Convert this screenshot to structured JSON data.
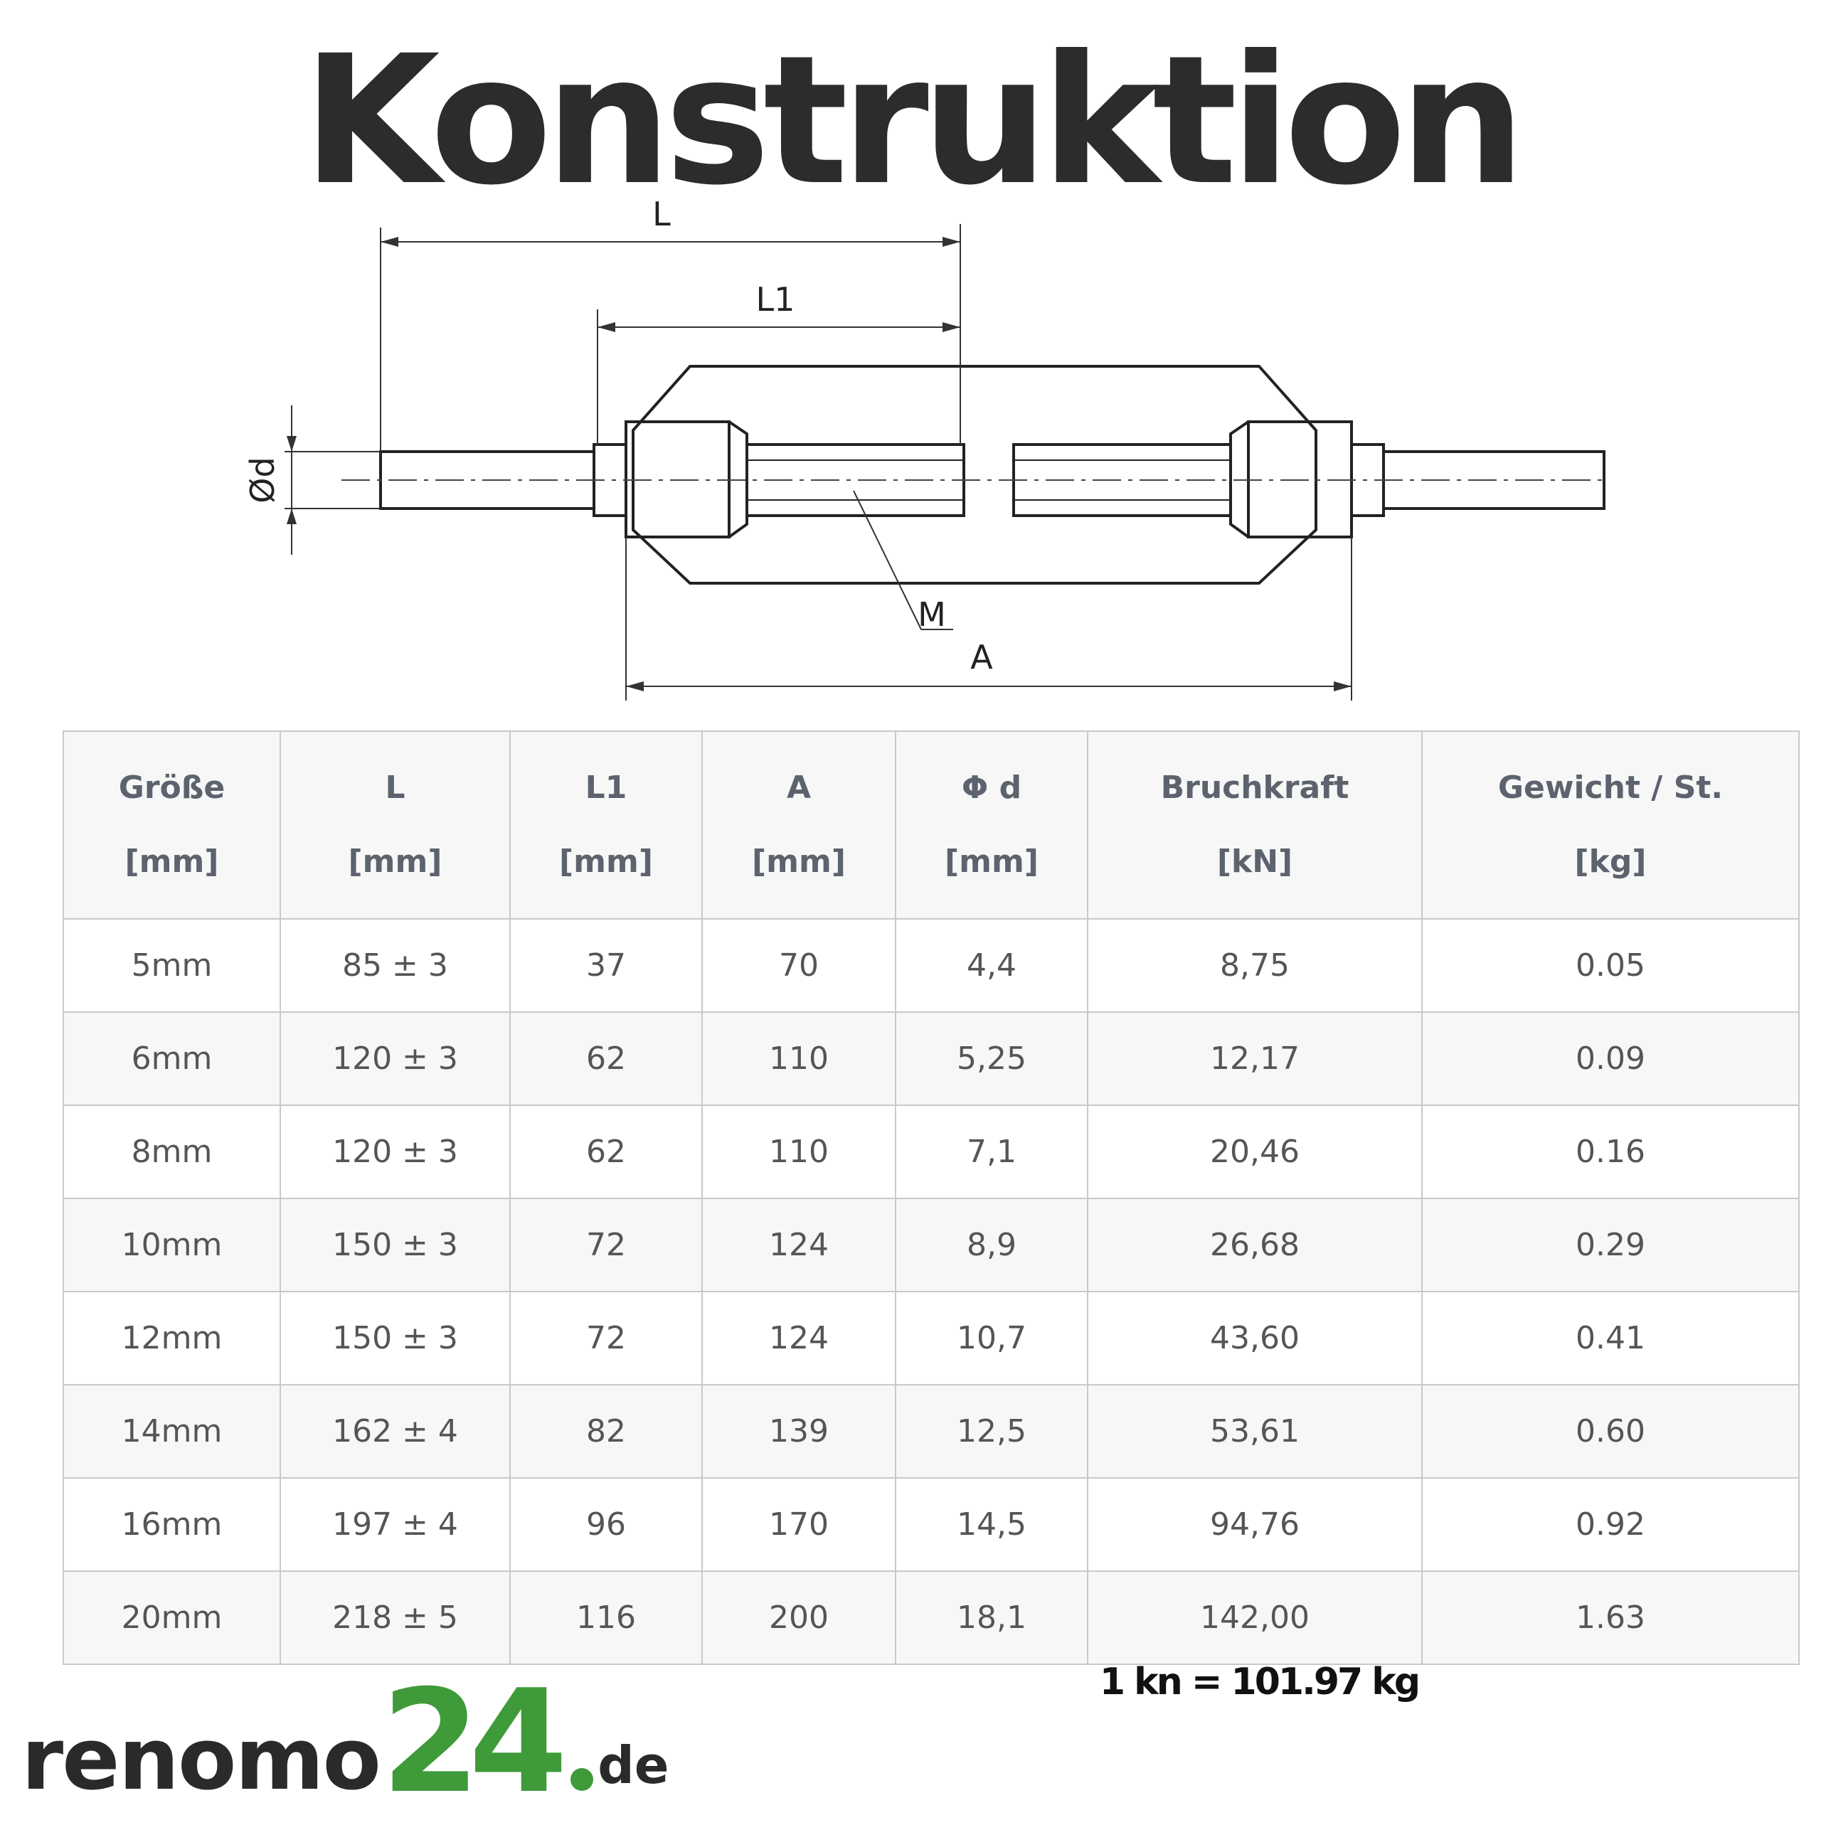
{
  "title": "Konstruktion",
  "drawing": {
    "labels": {
      "L": "L",
      "L1": "L1",
      "d": "Ød",
      "M": "M",
      "A": "A"
    }
  },
  "table": {
    "headers": [
      {
        "line1": "Größe",
        "line2": "[mm]"
      },
      {
        "line1": "L",
        "line2": "[mm]"
      },
      {
        "line1": "L1",
        "line2": "[mm]"
      },
      {
        "line1": "A",
        "line2": "[mm]"
      },
      {
        "line1": "Φ d",
        "line2": "[mm]"
      },
      {
        "line1": "Bruchkraft",
        "line2": "[kN]"
      },
      {
        "line1": "Gewicht / St.",
        "line2": "[kg]"
      }
    ],
    "rows": [
      [
        "5mm",
        "85 ± 3",
        "37",
        "70",
        "4,4",
        "8,75",
        "0.05"
      ],
      [
        "6mm",
        "120 ± 3",
        "62",
        "110",
        "5,25",
        "12,17",
        "0.09"
      ],
      [
        "8mm",
        "120 ± 3",
        "62",
        "110",
        "7,1",
        "20,46",
        "0.16"
      ],
      [
        "10mm",
        "150 ± 3",
        "72",
        "124",
        "8,9",
        "26,68",
        "0.29"
      ],
      [
        "12mm",
        "150 ± 3",
        "72",
        "124",
        "10,7",
        "43,60",
        "0.41"
      ],
      [
        "14mm",
        "162 ± 4",
        "82",
        "139",
        "12,5",
        "53,61",
        "0.60"
      ],
      [
        "16mm",
        "197 ± 4",
        "96",
        "170",
        "14,5",
        "94,76",
        "0.92"
      ],
      [
        "20mm",
        "218 ± 5",
        "116",
        "200",
        "18,1",
        "142,00",
        "1.63"
      ]
    ]
  },
  "note": "1 kn = 101.97 kg",
  "logo": {
    "word": "renomo",
    "number": "24",
    "tld": "de",
    "brand_color": "#3f9a3a"
  }
}
